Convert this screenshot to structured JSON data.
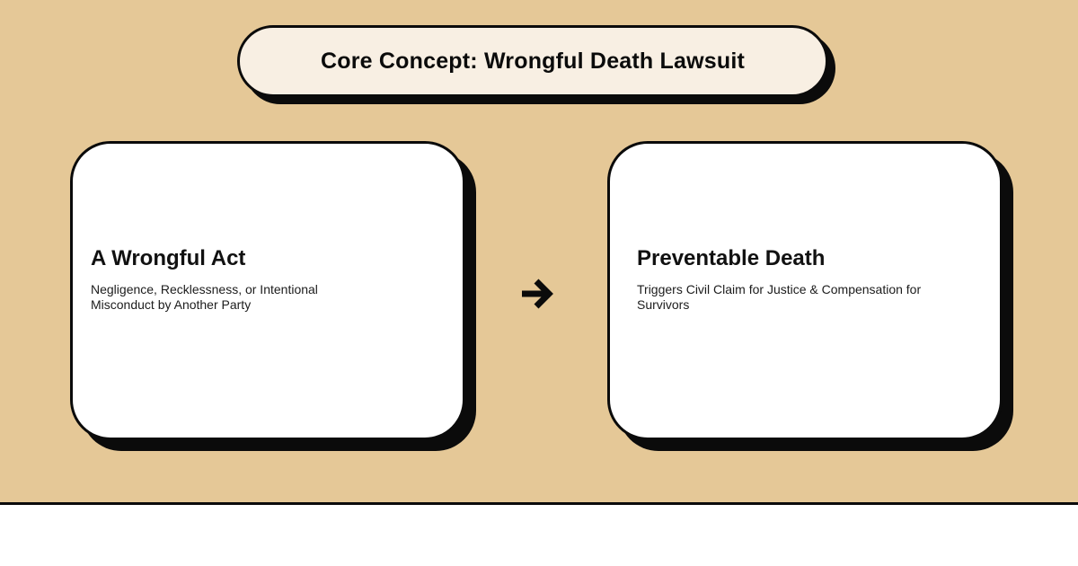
{
  "header": {
    "title": "Core Concept: Wrongful Death Lawsuit"
  },
  "cards": [
    {
      "title": "A Wrongful Act",
      "description": "Negligence, Recklessness, or Intentional Misconduct by Another Party"
    },
    {
      "title": "Preventable Death",
      "description": "Triggers Civil Claim for Justice & Compensation for Survivors"
    }
  ],
  "arrow": {
    "name": "right-arrow",
    "direction": "right"
  },
  "colors": {
    "background_tan": "#e5c897",
    "pill_cream": "#f8efe3",
    "ink_black": "#0b0b0b",
    "card_white": "#ffffff",
    "footer_white": "#ffffff"
  }
}
